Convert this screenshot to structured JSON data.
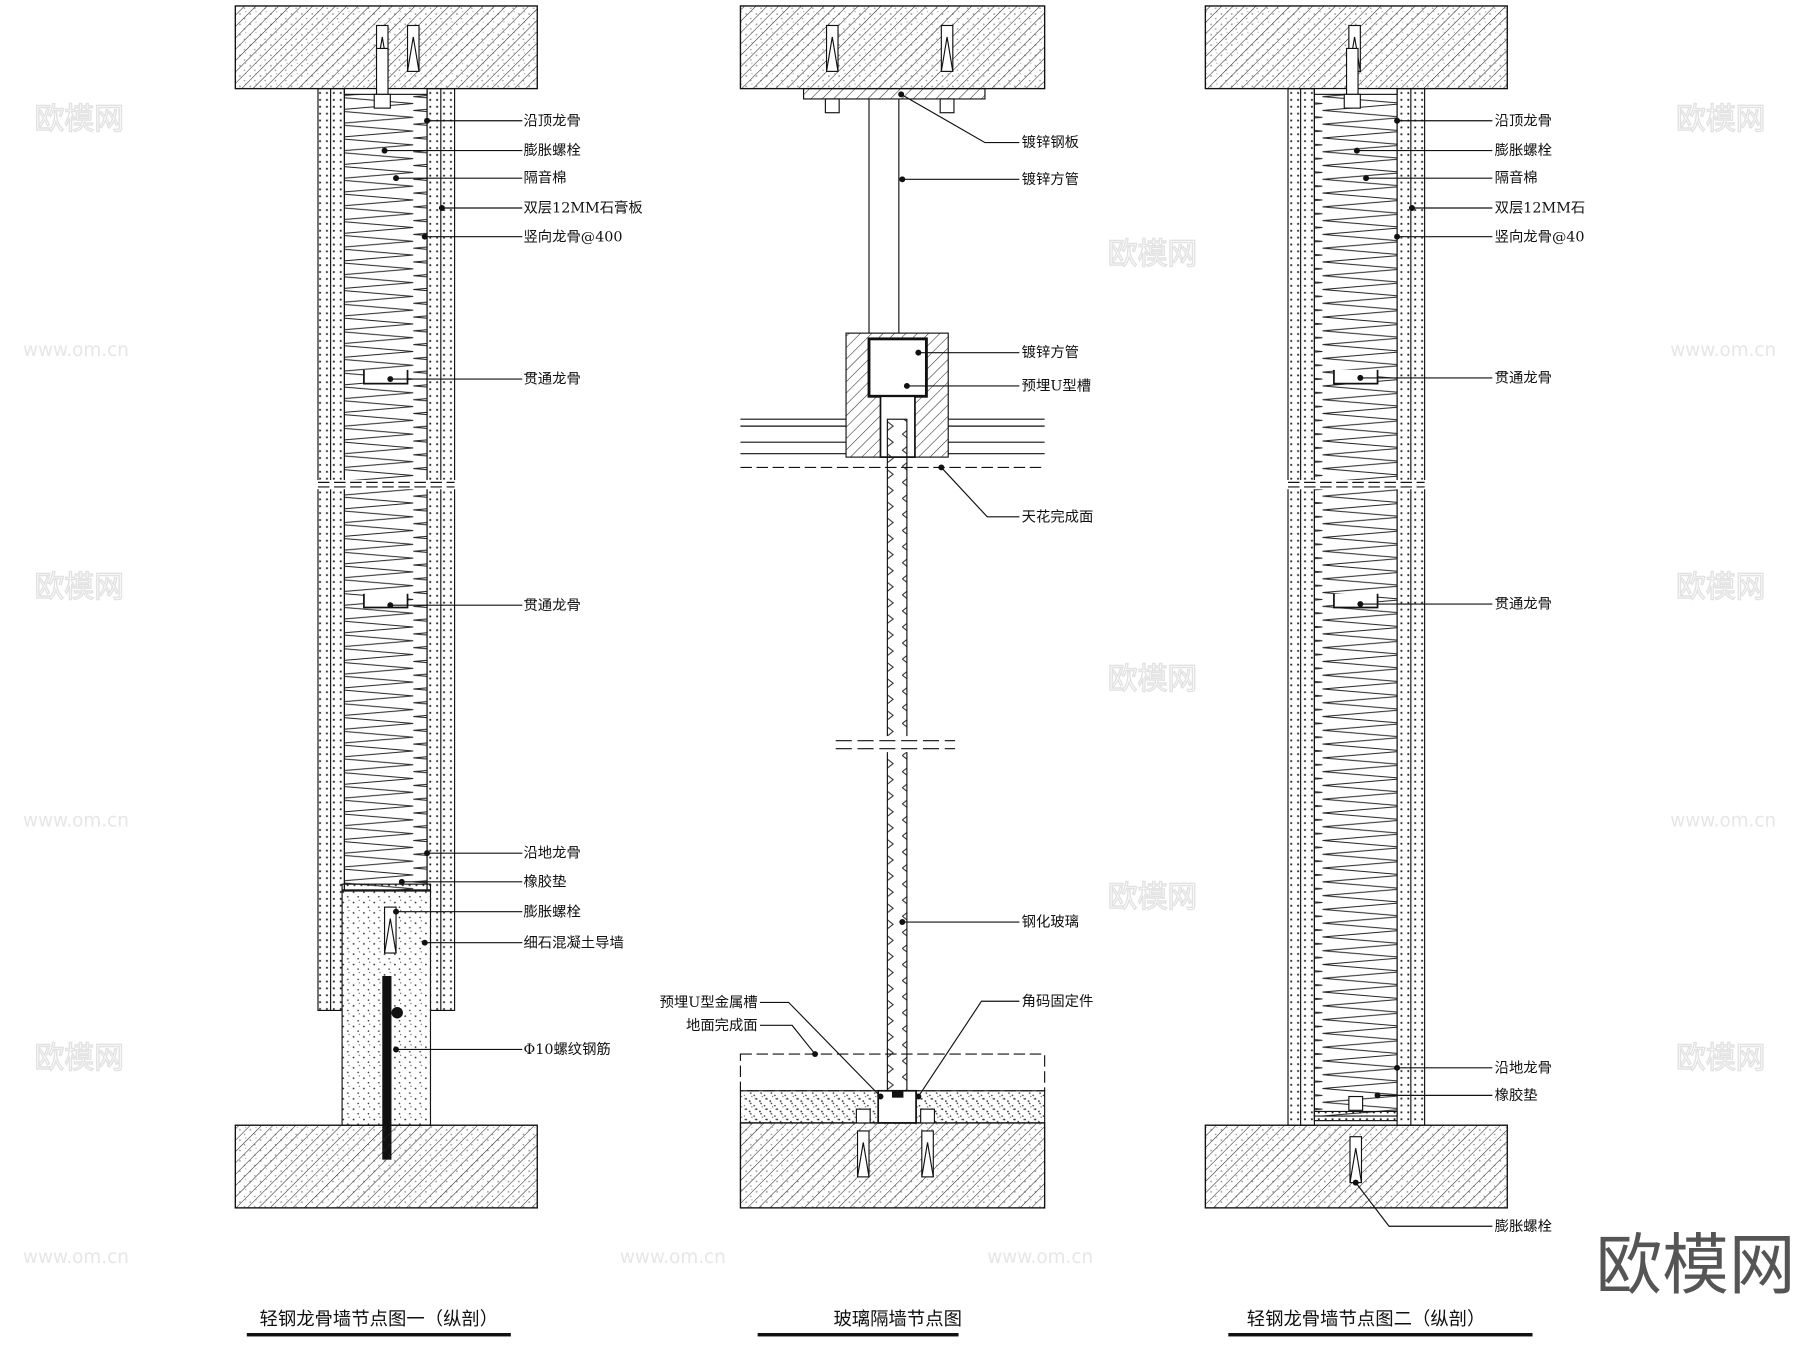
{
  "drawings": [
    {
      "title": "轻钢龙骨墙节点图一（纵剖）",
      "labels": [
        "沿顶龙骨",
        "膨胀螺栓",
        "隔音棉",
        "双层12MM石膏板",
        "竖向龙骨@400",
        "贯通龙骨",
        "贯通龙骨",
        "沿地龙骨",
        "橡胶垫",
        "膨胀螺栓",
        "细石混凝土导墙",
        "Φ10螺纹钢筋"
      ]
    },
    {
      "title": "玻璃隔墙节点图",
      "labels": [
        "镀锌钢板",
        "镀锌方管",
        "镀锌方管",
        "预埋U型槽",
        "天花完成面",
        "钢化玻璃",
        "角码固定件",
        "预埋U型金属槽",
        "地面完成面"
      ]
    },
    {
      "title": "轻钢龙骨墙节点图二（纵剖）",
      "labels": [
        "沿顶龙骨",
        "膨胀螺栓",
        "隔音棉",
        "双层12MM石",
        "竖向龙骨@40",
        "贯通龙骨",
        "贯通龙骨",
        "沿地龙骨",
        "橡胶垫",
        "膨胀螺栓"
      ]
    }
  ],
  "watermark": {
    "logo": "欧模网",
    "url": "www.om.cn",
    "color": "#555555"
  }
}
